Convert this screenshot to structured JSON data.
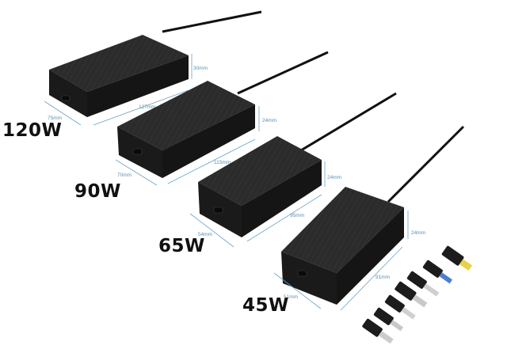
{
  "adapters": [
    {
      "id": "a120",
      "wattage": "120W",
      "width": "75mm",
      "length": "127mm",
      "height": "30mm"
    },
    {
      "id": "a90",
      "wattage": "90W",
      "width": "70mm",
      "length": "115mm",
      "height": "24mm"
    },
    {
      "id": "a65",
      "wattage": "65W",
      "width": "54mm",
      "length": "95mm",
      "height": "24mm"
    },
    {
      "id": "a45",
      "wattage": "45W",
      "width": "51mm",
      "length": "91mm",
      "height": "24mm"
    }
  ],
  "colors": {
    "adapter_top": "#2b2b2b",
    "adapter_front": "#1a1a1a",
    "adapter_side": "#121212",
    "dimension_line": "#6aa3c7",
    "tip_accent_yellow": "#e8d14a",
    "tip_accent_blue": "#4a7fd4"
  }
}
